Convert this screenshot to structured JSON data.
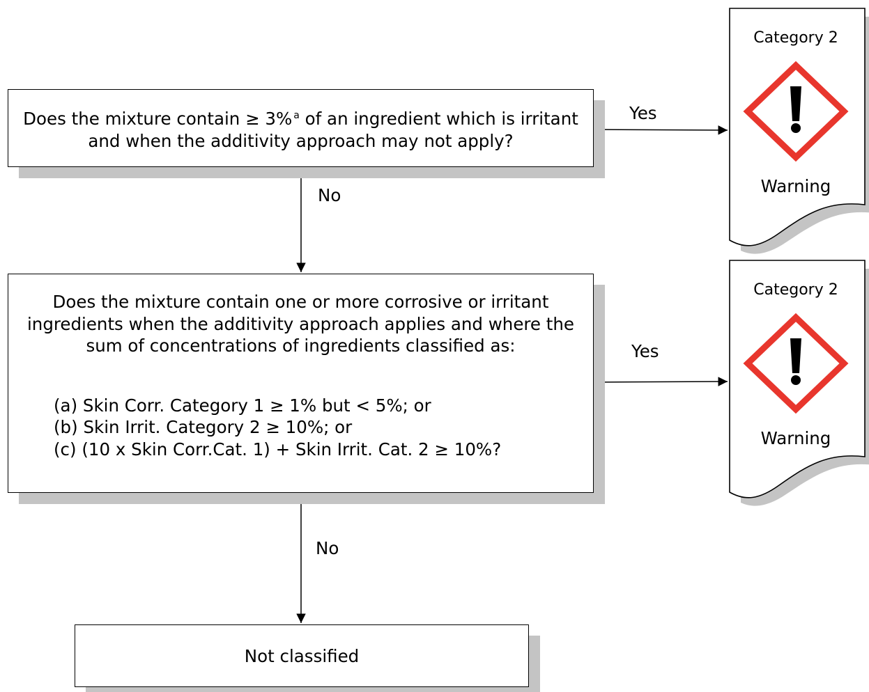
{
  "decisions": [
    {
      "question_before": "Does the mixture contain ≥ 3%",
      "footnote_mark": "a",
      "question_after": " of an ingredient which is irritant and when the additivity approach may not apply?",
      "yes_label": "Yes",
      "no_label": "No"
    },
    {
      "question": "Does the mixture contain one or more corrosive or irritant ingredients when the additivity approach applies and where the sum of concentrations of ingredients classified as:",
      "criteria": [
        "(a) Skin Corr. Category 1 ≥ 1% but < 5%; or",
        "(b) Skin Irrit. Category 2 ≥ 10%; or",
        "(c) (10 x Skin Corr.Cat. 1) + Skin Irrit. Cat. 2 ≥ 10%?"
      ],
      "yes_label": "Yes",
      "no_label": "No"
    }
  ],
  "outcomes": [
    {
      "category": "Category 2",
      "signal_word": "Warning",
      "pictogram": "exclamation-mark-icon",
      "pictogram_color": "#e8362d"
    },
    {
      "category": "Category 2",
      "signal_word": "Warning",
      "pictogram": "exclamation-mark-icon",
      "pictogram_color": "#e8362d"
    }
  ],
  "terminal": {
    "label": "Not classified"
  }
}
